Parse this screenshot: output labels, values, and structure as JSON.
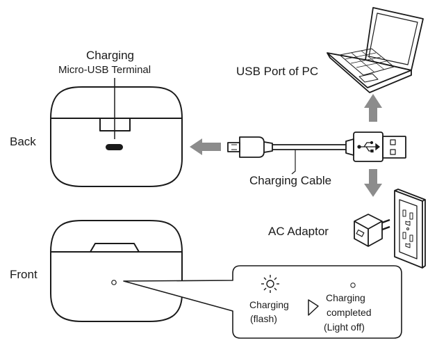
{
  "labels": {
    "terminal_title": "Charging",
    "terminal_subtitle": "Micro-USB Terminal",
    "back": "Back",
    "front": "Front",
    "usb_port": "USB Port of PC",
    "cable": "Charging Cable",
    "ac_adaptor": "AC Adaptor"
  },
  "indicator": {
    "charging_line1": "Charging",
    "charging_line2": "(flash)",
    "completed_line1": "Charging",
    "completed_line2": "completed",
    "completed_line3": "(Light off)"
  },
  "colors": {
    "line": "#1a1a1a",
    "arrow": "#8c8c8c"
  }
}
